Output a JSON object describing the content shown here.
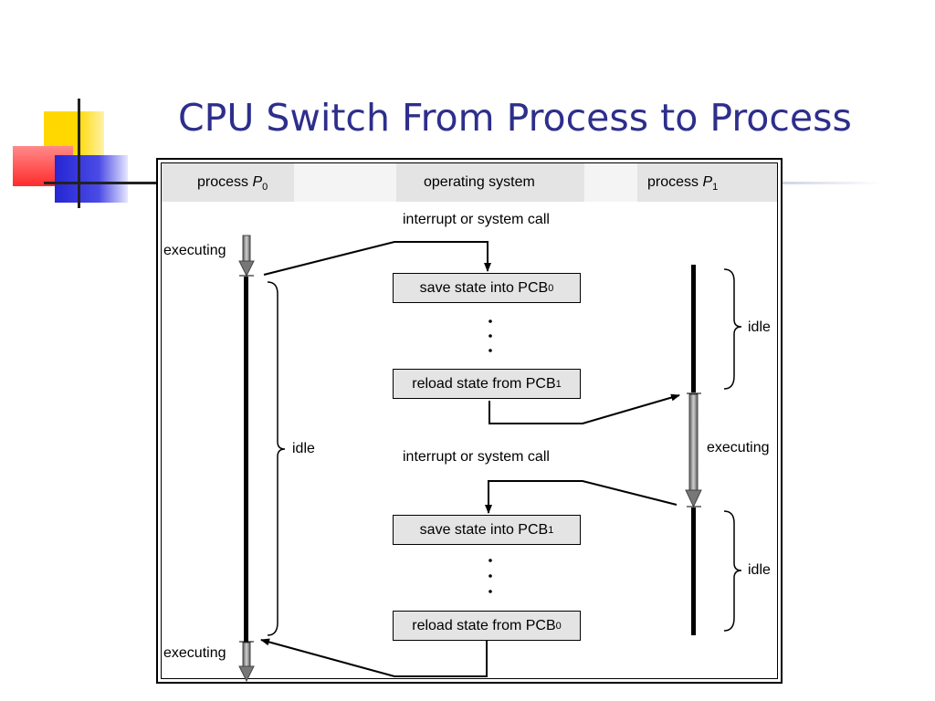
{
  "slide": {
    "title": "CPU Switch From Process to Process"
  },
  "header": {
    "p0_text": "process ",
    "p0_var": "P",
    "p0_sub": "0",
    "os_text": "operating system",
    "p1_text": "process ",
    "p1_var": "P",
    "p1_sub": "1"
  },
  "labels": {
    "interrupt_1": "interrupt or system call",
    "interrupt_2": "interrupt or system call",
    "executing_p0_top": "executing",
    "executing_p0_bottom": "executing",
    "executing_p1": "executing",
    "idle_p0": "idle",
    "idle_p1_top": "idle",
    "idle_p1_bottom": "idle"
  },
  "boxes": {
    "save_1": {
      "text": "save state into PCB",
      "sub": "0"
    },
    "reload_1": {
      "text": "reload state from PCB",
      "sub": "1"
    },
    "save_2": {
      "text": "save state into PCB",
      "sub": "1"
    },
    "reload_2": {
      "text": "reload state from PCB",
      "sub": "0"
    }
  },
  "colors": {
    "title": "#2e2e8c",
    "header_band": "#e4e4e4",
    "box_fill": "#e4e4e4",
    "deco_yellow": "#ffd800",
    "deco_red": "#ff3b3b",
    "deco_blue": "#3535d8"
  }
}
